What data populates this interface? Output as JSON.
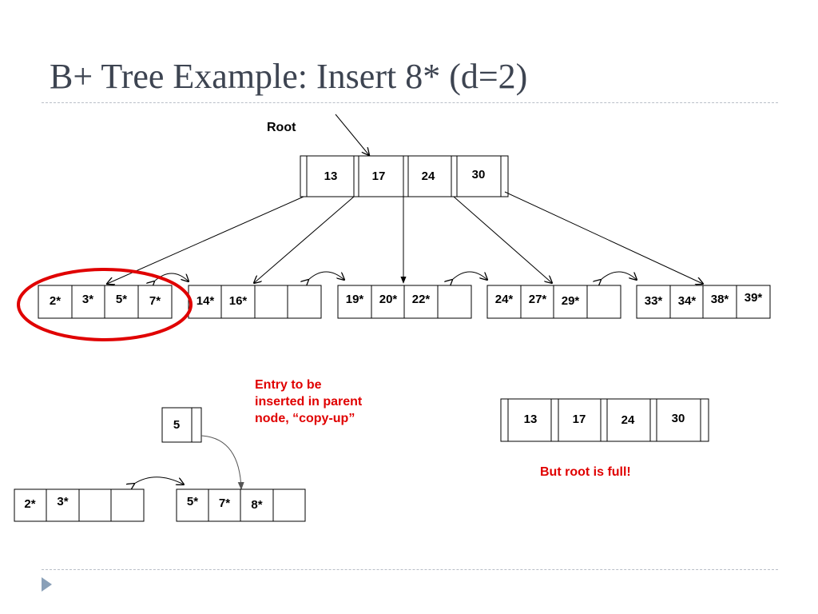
{
  "slide": {
    "title": "B+ Tree Example: Insert 8* (d=2)"
  },
  "labels": {
    "root": "Root",
    "copy_up_note": "Entry to be\ninserted in parent\nnode, “copy-up”",
    "root_full": "But root is full!"
  },
  "root_node": {
    "keys": [
      "13",
      "17",
      "24",
      "30"
    ]
  },
  "leaf_nodes": [
    {
      "entries": [
        "2*",
        "3*",
        "5*",
        "7*"
      ]
    },
    {
      "entries": [
        "14*",
        "16*",
        "",
        ""
      ]
    },
    {
      "entries": [
        "19*",
        "20*",
        "22*",
        ""
      ]
    },
    {
      "entries": [
        "24*",
        "27*",
        "29*",
        ""
      ]
    },
    {
      "entries": [
        "33*",
        "34*",
        "38*",
        "39*"
      ]
    }
  ],
  "copy_up_node": {
    "key": "5"
  },
  "split_left_leaf": {
    "entries": [
      "2*",
      "3*",
      "",
      ""
    ]
  },
  "split_right_leaf": {
    "entries": [
      "5*",
      "7*",
      "8*",
      ""
    ]
  },
  "root_copy": {
    "keys": [
      "13",
      "17",
      "24",
      "30"
    ]
  },
  "colors": {
    "highlight": "#e00000",
    "title": "#3d4451",
    "rule": "#b9bfc8"
  }
}
